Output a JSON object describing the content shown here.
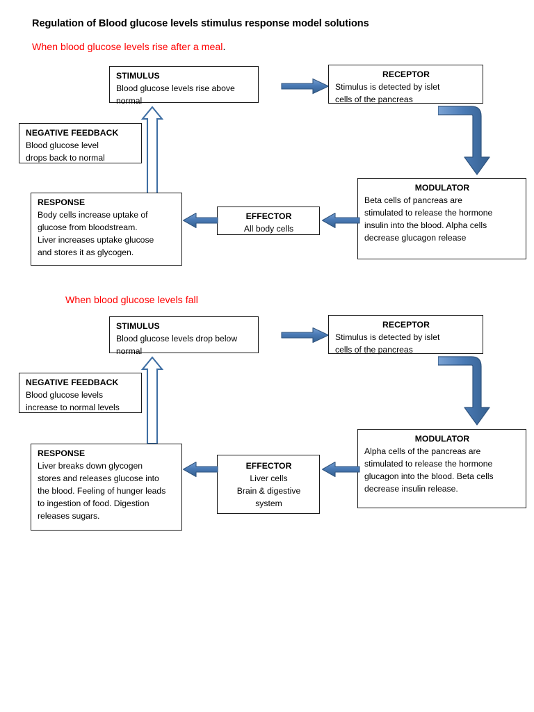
{
  "document": {
    "title": "Regulation of Blood glucose levels stimulus response model solutions"
  },
  "colors": {
    "heading_red": "#ff0000",
    "arrow_blue_light": "#6f9bd1",
    "arrow_blue_mid": "#4a7ab5",
    "arrow_blue_dark": "#33567f",
    "box_border": "#1a1a1a",
    "text": "#000000"
  },
  "sections": [
    {
      "id": "rise",
      "heading": "When blood glucose levels rise after a meal",
      "heading_period": ".",
      "stimulus": {
        "header": "STIMULUS",
        "lines": [
          "Blood glucose levels rise above",
          "normal"
        ]
      },
      "receptor": {
        "header": "RECEPTOR",
        "lines": [
          "Stimulus is detected by islet",
          "cells of the pancreas"
        ]
      },
      "modulator": {
        "header": "MODULATOR",
        "lines": [
          "Beta cells of pancreas are",
          "stimulated to release the hormone",
          "insulin into the blood.  Alpha cells",
          "decrease glucagon release"
        ]
      },
      "effector": {
        "header": "EFFECTOR",
        "lines": [
          "All body cells"
        ]
      },
      "response": {
        "header": "RESPONSE",
        "lines": [
          "Body cells increase uptake of",
          "glucose from bloodstream.",
          "Liver increases uptake glucose",
          "and stores it as glycogen."
        ]
      },
      "negative_feedback": {
        "header": "NEGATIVE FEEDBACK",
        "lines": [
          "Blood glucose level",
          "drops back to normal"
        ]
      }
    },
    {
      "id": "fall",
      "heading": "When blood glucose levels fall",
      "heading_period": "",
      "stimulus": {
        "header": "STIMULUS",
        "lines": [
          "Blood glucose levels drop below",
          "normal"
        ]
      },
      "receptor": {
        "header": "RECEPTOR",
        "lines": [
          "Stimulus is detected by islet",
          "cells of the pancreas"
        ]
      },
      "modulator": {
        "header": "MODULATOR",
        "lines": [
          "Alpha cells of the pancreas are",
          "stimulated to release the hormone",
          "glucagon into the blood. Beta cells",
          "decrease insulin release."
        ]
      },
      "effector": {
        "header": "EFFECTOR",
        "lines": [
          "Liver cells",
          "Brain & digestive",
          "system"
        ]
      },
      "response": {
        "header": "RESPONSE",
        "lines": [
          "Liver breaks down glycogen",
          "stores and releases glucose into",
          "the blood. Feeling of hunger leads",
          "to ingestion of food. Digestion",
          "releases sugars."
        ]
      },
      "negative_feedback": {
        "header": "NEGATIVE FEEDBACK",
        "lines": [
          "Blood glucose levels",
          "increase to normal levels"
        ]
      }
    }
  ],
  "arrows": {
    "stimulus_to_receptor": "right-block-arrow",
    "receptor_to_modulator": "elbow-down-arrow",
    "modulator_to_effector": "left-block-arrow",
    "effector_to_response": "left-block-arrow",
    "response_to_stimulus": "hollow-up-arrow"
  }
}
